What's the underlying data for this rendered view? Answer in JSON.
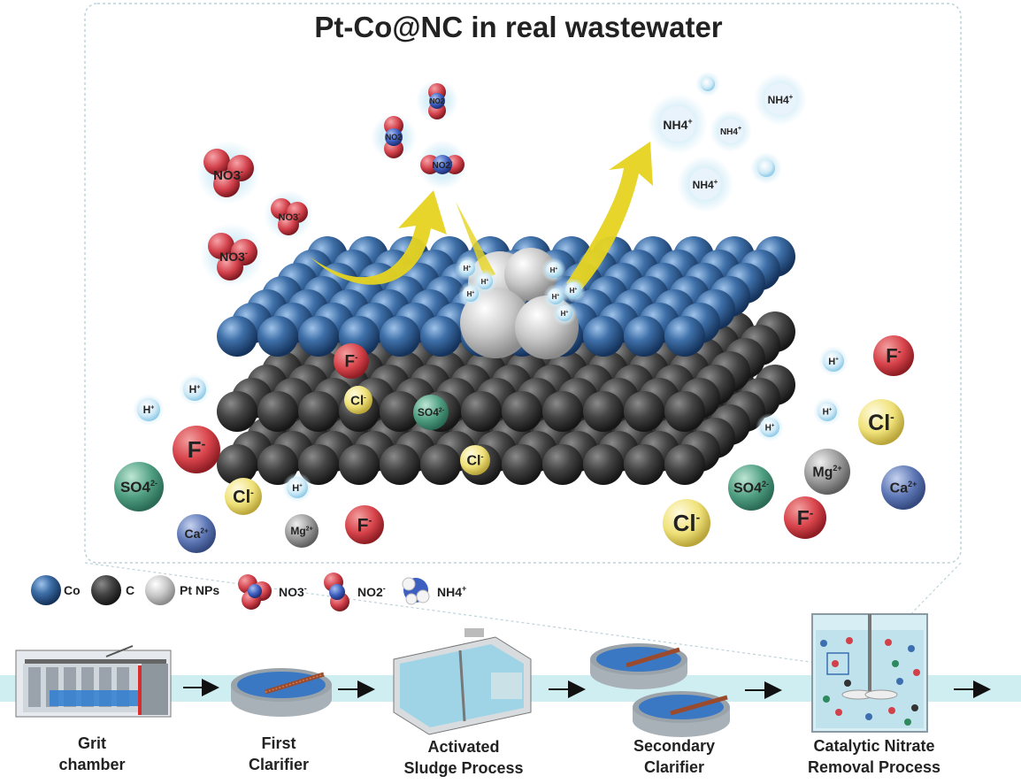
{
  "title": "Pt-Co@NC in real wastewater",
  "ions": {
    "no3": "NO3",
    "no3_sup": "-",
    "no2": "NO2",
    "no2_sup": "-",
    "nh4": "NH4",
    "nh4_sup": "+",
    "h": "H",
    "h_sup": "+",
    "f": "F",
    "f_sup": "-",
    "cl": "Cl",
    "cl_sup": "-",
    "so4": "SO4",
    "so4_sup": "2-",
    "ca": "Ca",
    "ca_sup": "2+",
    "mg": "Mg",
    "mg_sup": "2+"
  },
  "legend": {
    "co": "Co",
    "c": "C",
    "pt": "Pt NPs",
    "no3": "NO3",
    "no3_sup": "-",
    "no2": "NO2",
    "no2_sup": "-",
    "nh4": "NH4",
    "nh4_sup": "+"
  },
  "process": {
    "steps": [
      {
        "line1": "Grit",
        "line2": "chamber"
      },
      {
        "line1": "First",
        "line2": "Clarifier"
      },
      {
        "line1": "Activated",
        "line2": "Sludge Process"
      },
      {
        "line1": "Secondary",
        "line2": "Clarifier"
      },
      {
        "line1": "Catalytic Nitrate",
        "line2": "Removal Process"
      }
    ]
  },
  "colors": {
    "co": "#2f5d8f",
    "carbon": "#3a3a3a",
    "pt": "#c9c9c9",
    "flow": "#cfeef1",
    "arrow": "#e6d321",
    "fluoride": "#d9464b",
    "chloride": "#f0e27a",
    "sulfate": "#4f9e82",
    "calcium": "#5d77b5",
    "magnesium": "#9a9a9a",
    "hydrogen": "#bfe4f5"
  }
}
